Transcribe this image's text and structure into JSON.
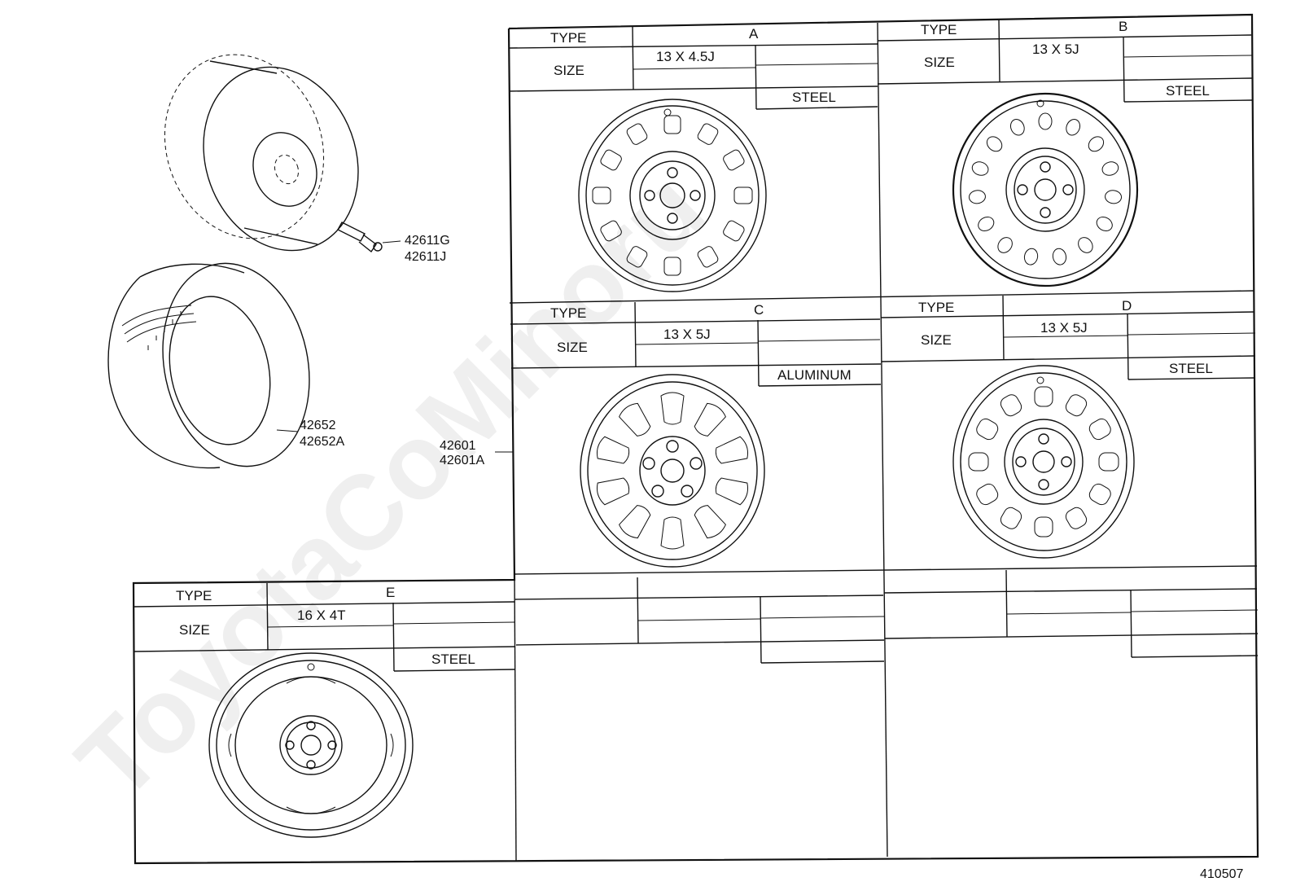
{
  "watermark": "ToyotaCoMinoru",
  "part_numbers": {
    "valve_1": "42611G",
    "valve_2": "42611J",
    "tire_1": "42652",
    "tire_2": "42652A",
    "wheel_1": "42601",
    "wheel_2": "42601A"
  },
  "header_labels": {
    "type": "TYPE",
    "size": "SIZE"
  },
  "wheel_types": {
    "a": {
      "type": "A",
      "size": "13 X 4.5J",
      "material": "STEEL"
    },
    "b": {
      "type": "B",
      "size": "13 X 5J",
      "material": "STEEL"
    },
    "c": {
      "type": "C",
      "size": "13 X 5J",
      "material": "ALUMINUM"
    },
    "d": {
      "type": "D",
      "size": "13 X 5J",
      "material": "STEEL"
    },
    "e": {
      "type": "E",
      "size": "16 X 4T",
      "material": "STEEL"
    }
  },
  "figure_code": "410507",
  "colors": {
    "line": "#111111",
    "background": "#ffffff"
  }
}
